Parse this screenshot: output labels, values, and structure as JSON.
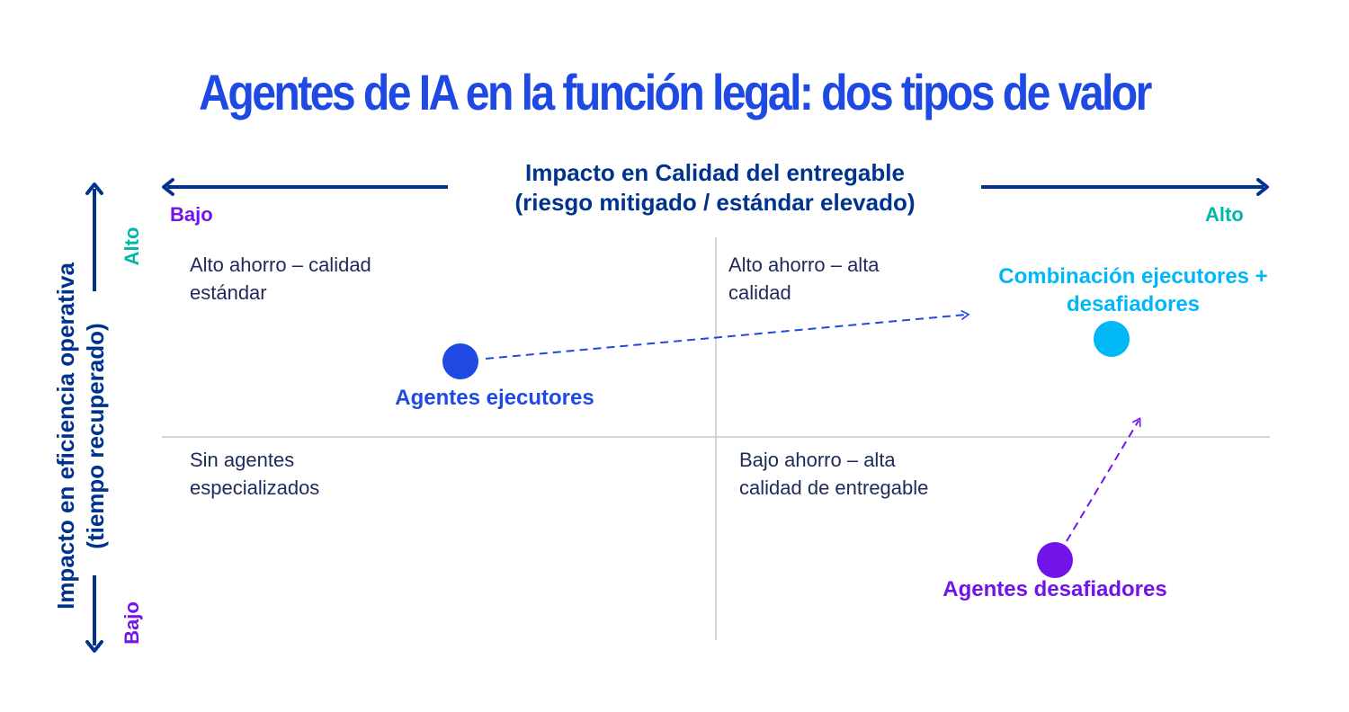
{
  "title": "Agentes de IA en la función legal: dos tipos de valor",
  "x_axis": {
    "title_line1": "Impacto en Calidad del entregable",
    "title_line2": "(riesgo mitigado / estándar elevado)",
    "low": "Bajo",
    "high": "Alto"
  },
  "y_axis": {
    "title_line1": "Impacto en eficiencia operativa",
    "title_line2": "(tiempo recuperado)",
    "low": "Bajo",
    "high": "Alto"
  },
  "quadrants": {
    "top_left": [
      "Alto ahorro – calidad",
      "estándar"
    ],
    "top_right": [
      "Alto ahorro – alta",
      "calidad"
    ],
    "bottom_left": [
      "Sin agentes",
      "especializados"
    ],
    "bottom_right": [
      "Bajo ahorro – alta",
      "calidad de entregable"
    ]
  },
  "points": {
    "executors": "Agentes ejecutores",
    "challengers": "Agentes desafiadores",
    "combination_line1": "Combinación ejecutores +",
    "combination_line2": "desafiadores"
  },
  "colors": {
    "title": "#1e49e2",
    "axis": "#00338d",
    "low": "#7213ea",
    "high": "#00b8a9",
    "executors": "#1e49e2",
    "challengers": "#7213ea",
    "combination": "#00b8f5"
  }
}
